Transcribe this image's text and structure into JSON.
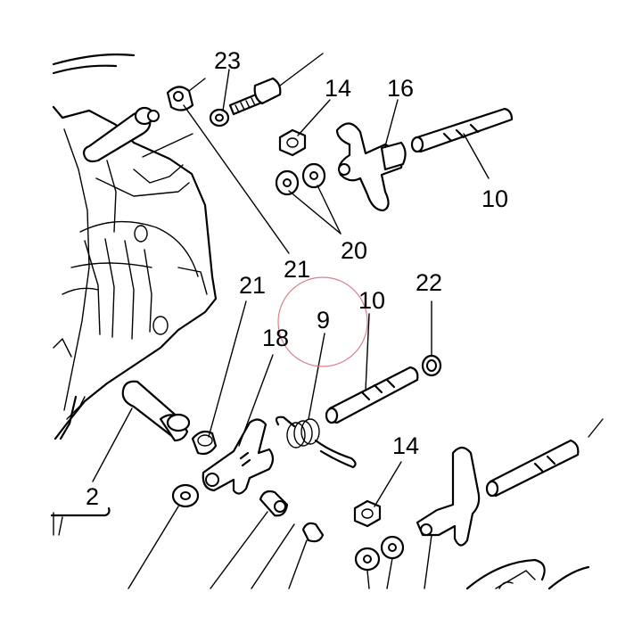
{
  "callouts": {
    "c23": "23",
    "c14_top": "14",
    "c16": "16",
    "c10_top": "10",
    "c21_upper": "21",
    "c20": "20",
    "c21_left": "21",
    "c9": "9",
    "c10_mid": "10",
    "c22": "22",
    "c18": "18",
    "c14_bottom": "14",
    "c2": "2"
  },
  "highlight": {
    "label": "9",
    "color": "#d9808a"
  }
}
